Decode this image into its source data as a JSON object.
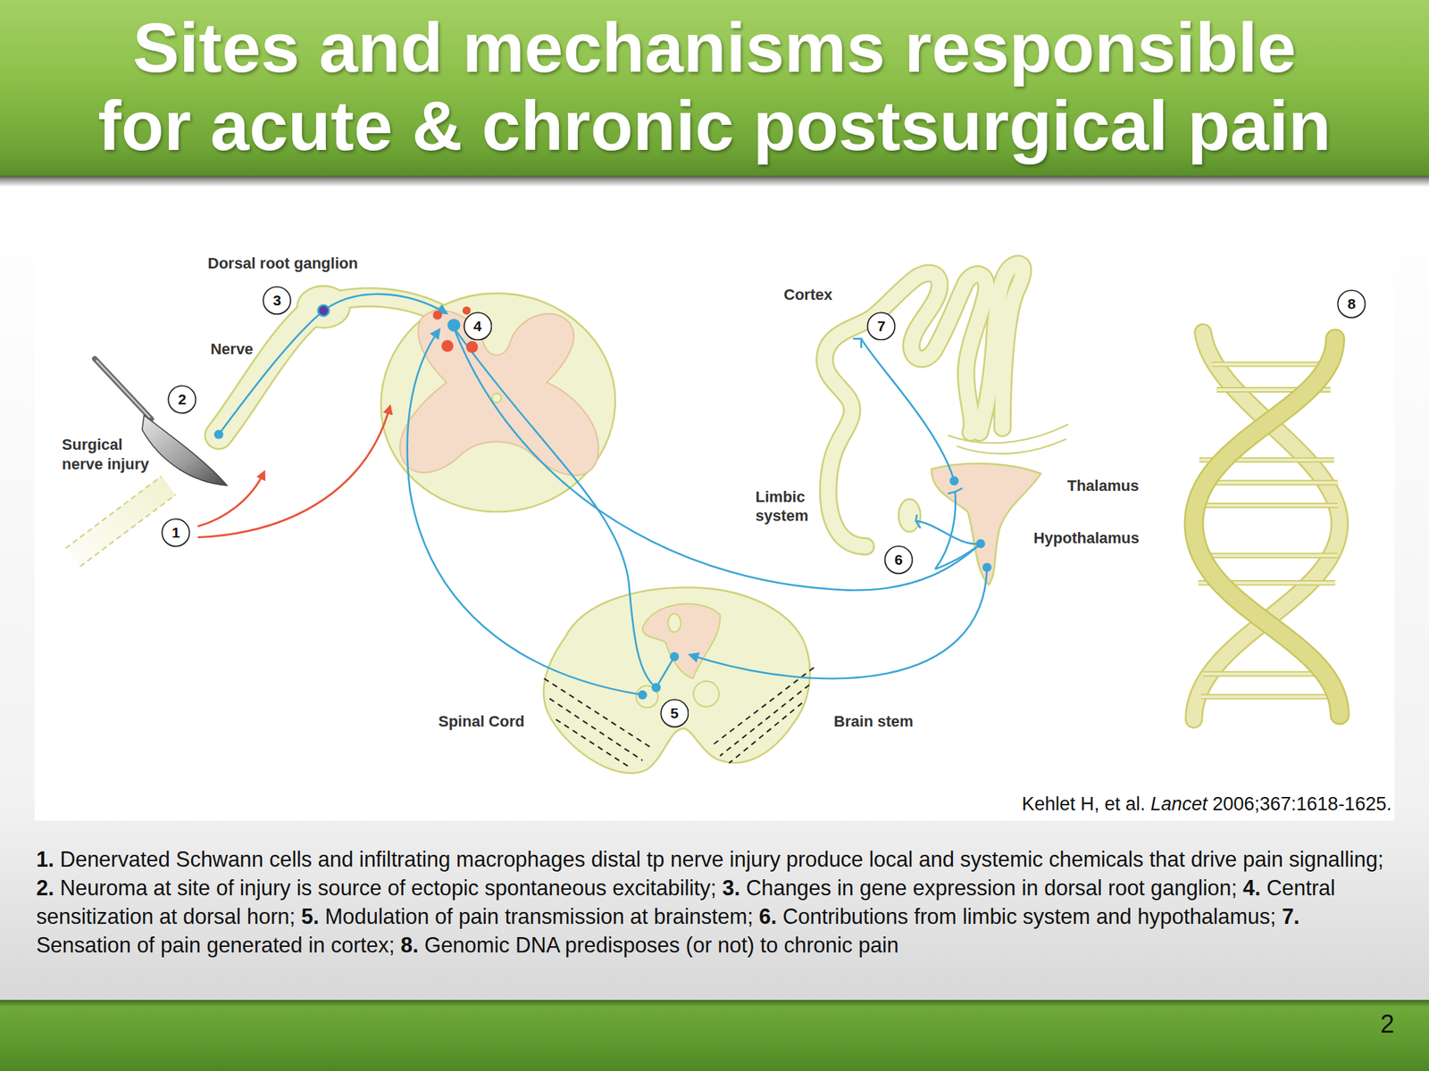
{
  "diagram": {
    "title": "Sites and mechanisms responsible for acute & chronic postsurgical pain",
    "caption": "1. Denervated Schwann cells and infiltrating macrophages distal tp nerve injury produce local and systemic chemicals that drive pain signalling; 2. Neuroma at site of injury is source of ectopic spontaneous excitability; 3. Changes in gene expression in dorsal root ganglion; 4. Central sensitization at dorsal horn; 5. Modulation of pain transmission at brainstem; 6. Contributions from limbic system and hypothalamus; 7. Sensation of pain generated in cortex; 8. Genomic DNA predisposes (or not) to chronic pain",
    "nodes": [
      {
        "text": [
          "1"
        ]
      },
      {
        "text": [
          "2"
        ]
      },
      {
        "text": [
          "3"
        ]
      },
      {
        "text": [
          "4"
        ]
      },
      {
        "text": [
          "5"
        ]
      },
      {
        "text": [
          "6"
        ]
      },
      {
        "text": [
          "7"
        ]
      },
      {
        "text": [
          "8"
        ]
      }
    ],
    "labels": [
      "Dorsal root ganglion",
      "Cortex",
      "Nerve",
      "Surgical nerve injury",
      "Thalamus",
      "Limbic system",
      "Hypothalamus",
      "Spinal Cord",
      "Brain stem",
      "Kehlet H, et al.",
      "Lancet",
      "2006;367:1618-1625.",
      "2"
    ]
  }
}
